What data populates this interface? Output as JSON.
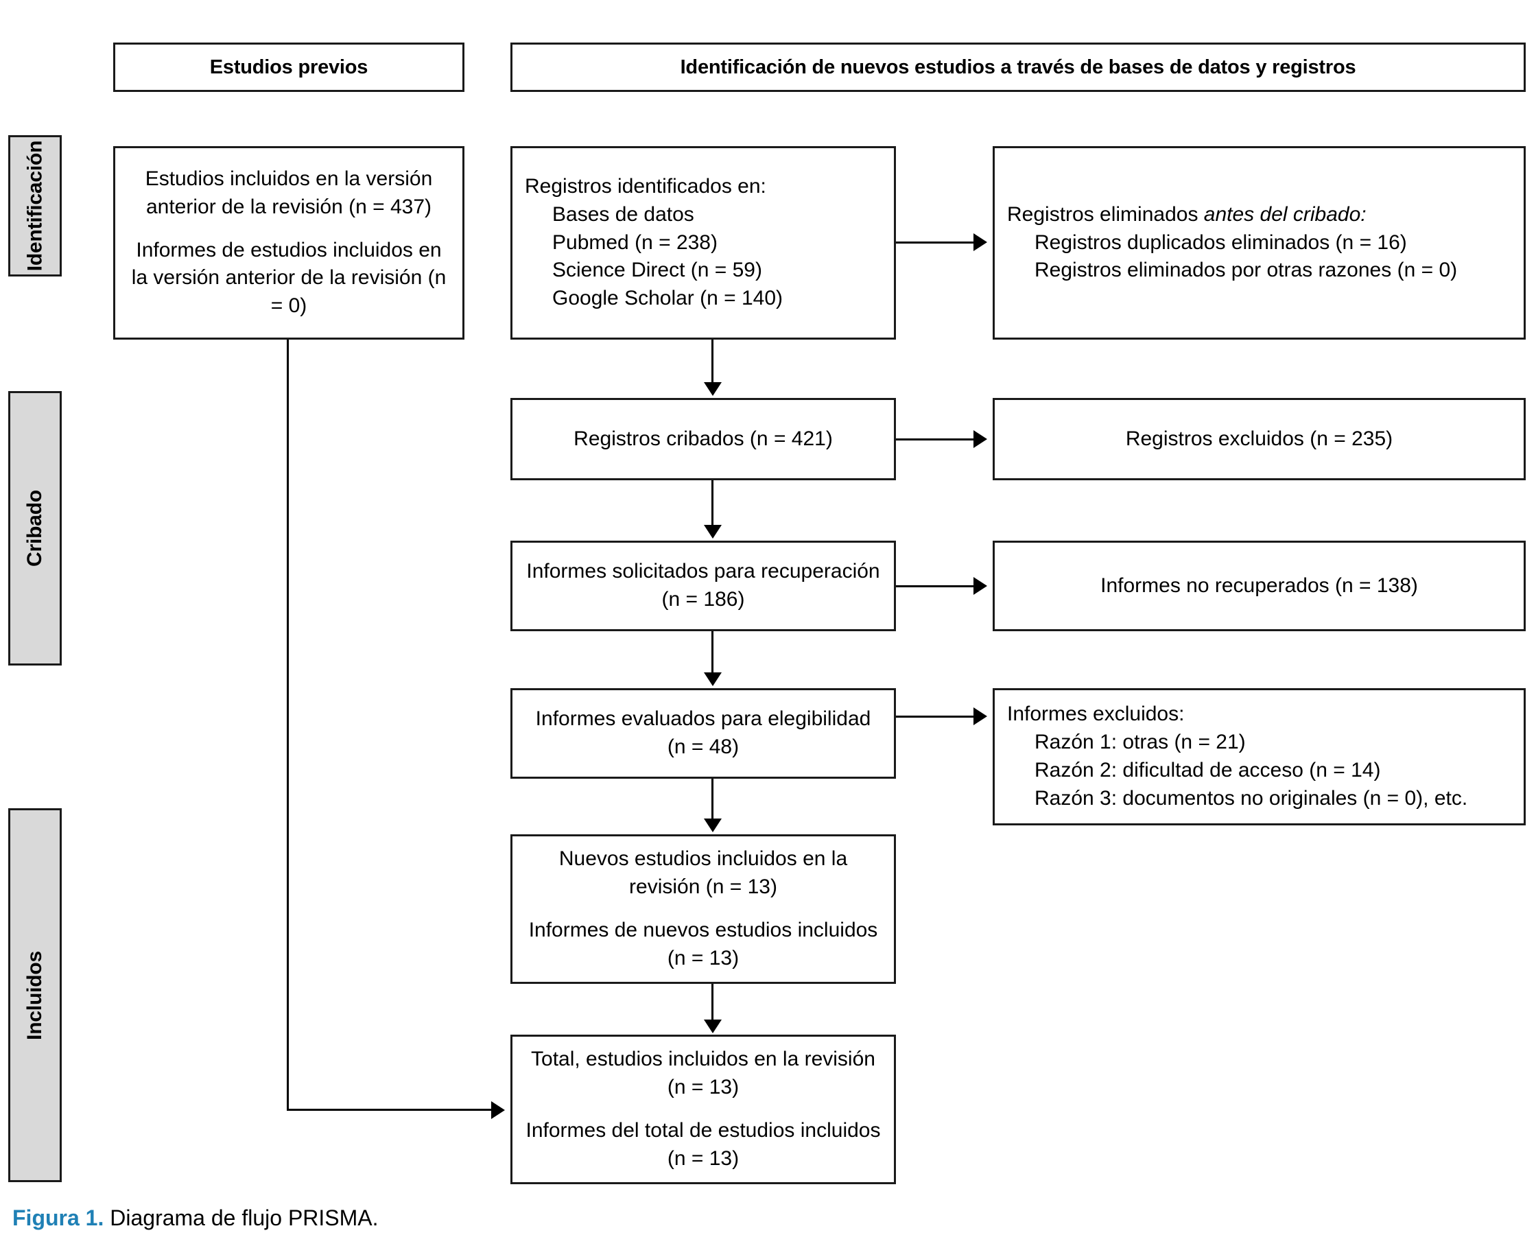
{
  "figure": {
    "caption_label": "Figura 1.",
    "caption_text": " Diagrama de flujo PRISMA.",
    "accent_color": "#1f80b5"
  },
  "stages": [
    {
      "id": "identificacion",
      "label": "Identificación"
    },
    {
      "id": "cribado",
      "label": "Cribado"
    },
    {
      "id": "incluidos",
      "label": "Incluidos"
    }
  ],
  "headers": {
    "previous": "Estudios previos",
    "new_identification": "Identificación de nuevos estudios a través de bases de datos y registros"
  },
  "boxes": {
    "previous_studies": {
      "para1": "Estudios incluidos en la versión anterior de la revisión (n = 437)",
      "para2": "Informes de estudios incluidos en la versión anterior de la revisión (n = 0)"
    },
    "records_identified": {
      "title": "Registros identificados en:",
      "line1": "Bases de datos",
      "line2": "Pubmed (n = 238)",
      "line3": "Science Direct (n = 59)",
      "line4": "Google Scholar (n = 140)"
    },
    "records_removed": {
      "title_plain": "Registros eliminados ",
      "title_italic": "antes del cribado:",
      "line1": "Registros duplicados eliminados (n = 16)",
      "line2": "Registros eliminados por otras razones (n = 0)"
    },
    "records_screened": {
      "text": "Registros cribados (n = 421)"
    },
    "records_excluded": {
      "text": "Registros excluidos (n = 235)"
    },
    "reports_sought": {
      "text": "Informes solicitados para recuperación (n = 186)"
    },
    "reports_not_retrieved": {
      "text": "Informes no recuperados (n = 138)"
    },
    "reports_assessed": {
      "text": "Informes evaluados para elegibilidad (n = 48)"
    },
    "reports_excluded": {
      "title": "Informes excluidos:",
      "line1": "Razón 1: otras (n = 21)",
      "line2": "Razón 2: dificultad de acceso (n = 14)",
      "line3": "Razón 3: documentos no originales (n = 0), etc."
    },
    "new_studies_included": {
      "para1": "Nuevos estudios incluidos en la revisión (n = 13)",
      "para2": "Informes de nuevos estudios incluidos (n = 13)"
    },
    "total_included": {
      "para1": "Total, estudios incluidos en la revisión (n = 13)",
      "para2": "Informes del total de estudios incluidos (n = 13)"
    }
  },
  "chart_data": {
    "type": "diagram",
    "title": "Diagrama de flujo PRISMA",
    "nodes": [
      {
        "id": "previous_studies",
        "column": "left",
        "stage": "Identificación",
        "n_studies": 437,
        "n_reports": 0
      },
      {
        "id": "records_identified",
        "column": "center",
        "stage": "Identificación",
        "sources": [
          {
            "name": "Pubmed",
            "n": 238
          },
          {
            "name": "Science Direct",
            "n": 59
          },
          {
            "name": "Google Scholar",
            "n": 140
          }
        ]
      },
      {
        "id": "records_removed",
        "column": "right",
        "stage": "Identificación",
        "duplicates": 16,
        "other_reasons": 0
      },
      {
        "id": "records_screened",
        "column": "center",
        "stage": "Cribado",
        "n": 421
      },
      {
        "id": "records_excluded",
        "column": "right",
        "stage": "Cribado",
        "n": 235
      },
      {
        "id": "reports_sought",
        "column": "center",
        "stage": "Cribado",
        "n": 186
      },
      {
        "id": "reports_not_retrieved",
        "column": "right",
        "stage": "Cribado",
        "n": 138
      },
      {
        "id": "reports_assessed",
        "column": "center",
        "stage": "Cribado",
        "n": 48
      },
      {
        "id": "reports_excluded",
        "column": "right",
        "stage": "Cribado",
        "reasons": [
          {
            "label": "Razón 1: otras",
            "n": 21
          },
          {
            "label": "Razón 2: dificultad de acceso",
            "n": 14
          },
          {
            "label": "Razón 3: documentos no originales",
            "n": 0
          }
        ]
      },
      {
        "id": "new_studies_included",
        "column": "center",
        "stage": "Incluidos",
        "n_studies": 13,
        "n_reports": 13
      },
      {
        "id": "total_included",
        "column": "center",
        "stage": "Incluidos",
        "n_studies": 13,
        "n_reports": 13
      }
    ],
    "edges": [
      {
        "from": "records_identified",
        "to": "records_removed"
      },
      {
        "from": "records_identified",
        "to": "records_screened"
      },
      {
        "from": "records_screened",
        "to": "records_excluded"
      },
      {
        "from": "records_screened",
        "to": "reports_sought"
      },
      {
        "from": "reports_sought",
        "to": "reports_not_retrieved"
      },
      {
        "from": "reports_sought",
        "to": "reports_assessed"
      },
      {
        "from": "reports_assessed",
        "to": "reports_excluded"
      },
      {
        "from": "reports_assessed",
        "to": "new_studies_included"
      },
      {
        "from": "new_studies_included",
        "to": "total_included"
      },
      {
        "from": "previous_studies",
        "to": "total_included"
      }
    ]
  }
}
